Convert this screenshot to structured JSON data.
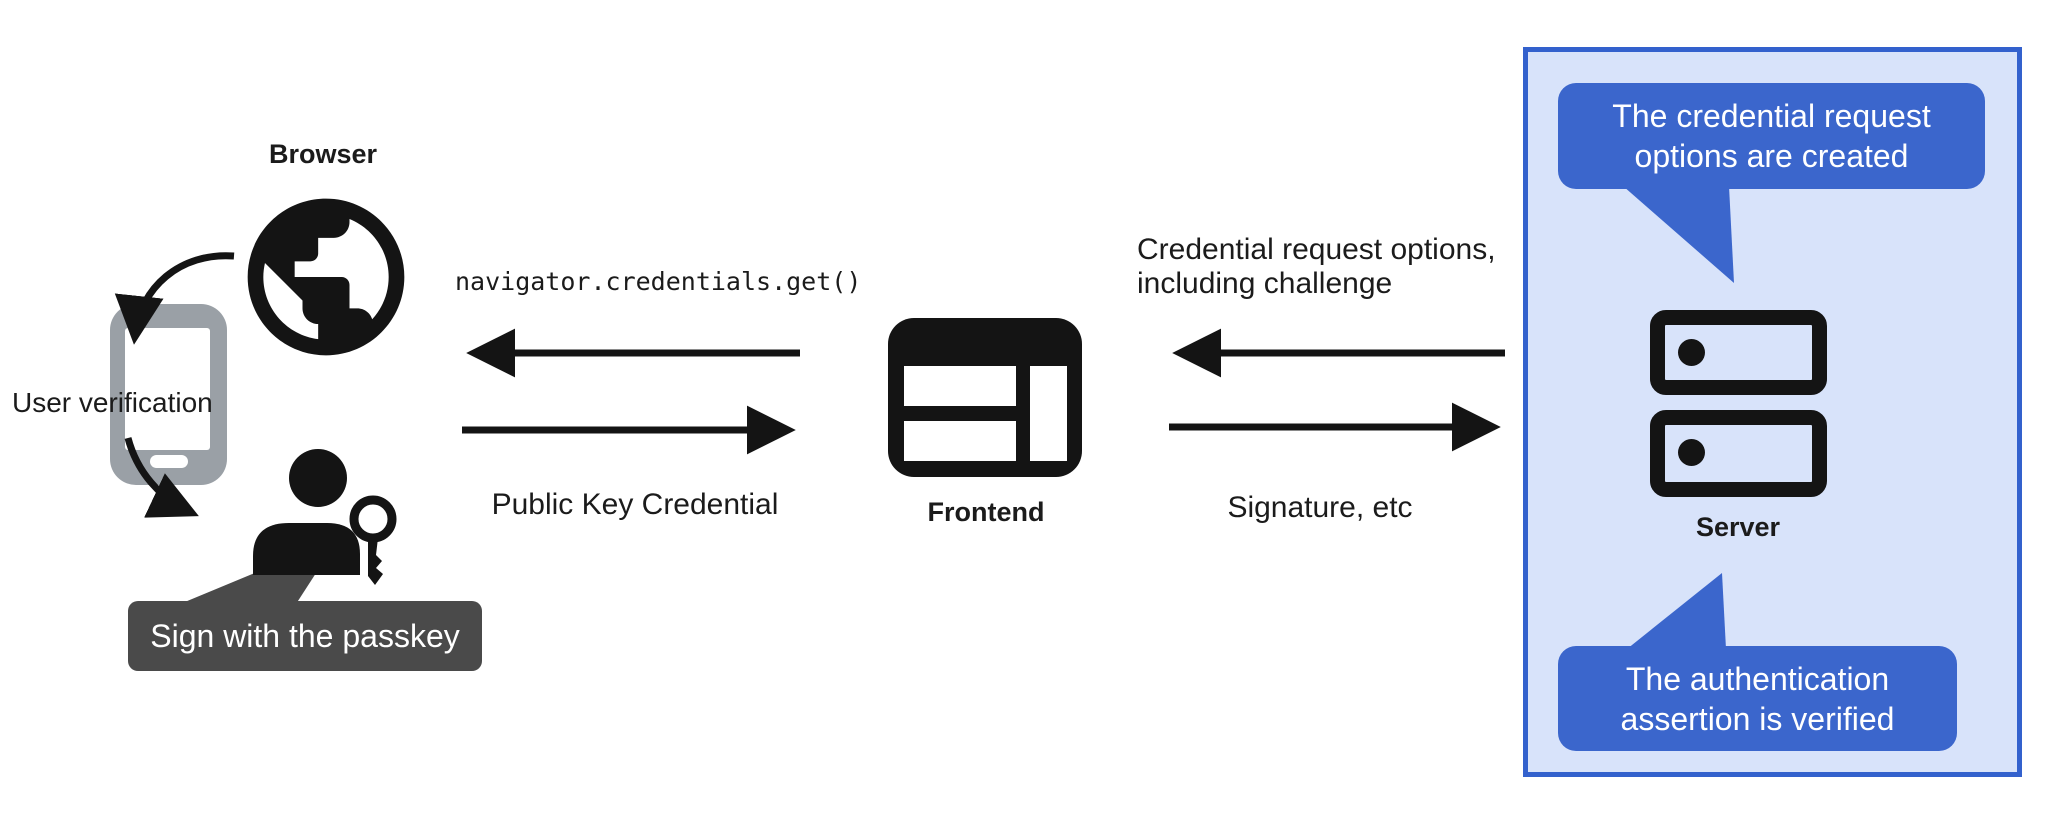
{
  "nodes": {
    "browser_label": "Browser",
    "frontend_label": "Frontend",
    "server_label": "Server",
    "user_verification_label": "User verification",
    "passkey_tooltip_label": "Sign with the passkey"
  },
  "messages": {
    "navigator_call": "navigator.credentials.get()",
    "public_key_credential": "Public Key Credential",
    "credential_request_options_line1": "Credential request options,",
    "credential_request_options_line2": "including challenge",
    "signature": "Signature, etc"
  },
  "server_callouts": {
    "top_line1": "The credential request",
    "top_line2": "options are created",
    "bottom_line1": "The authentication",
    "bottom_line2": "assertion is verified"
  },
  "icons": {
    "browser": "globe-icon",
    "user_device": "phone-icon",
    "user": "person-key-icon",
    "frontend": "browser-window-icon",
    "server": "server-stack-icon"
  },
  "colors": {
    "accent-blue": "#3b66cc",
    "box-border-blue": "#3361cd",
    "box-fill-blue": "#d8e3fa",
    "phone-gray": "#9aa0a6",
    "tooltip-gray": "#4a4a4a",
    "ink": "#1b1b1b"
  }
}
